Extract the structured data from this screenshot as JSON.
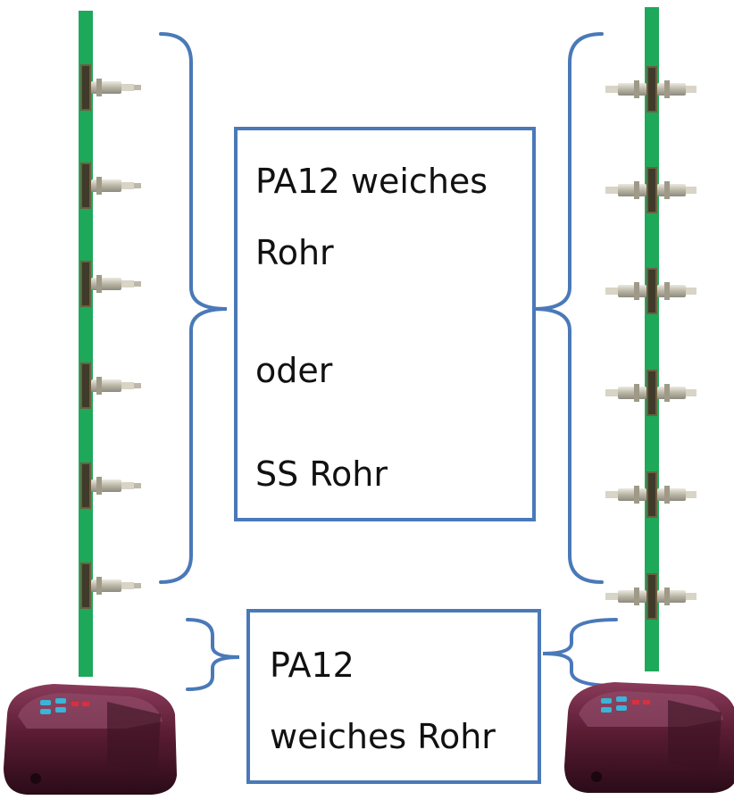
{
  "box_top": {
    "line1": "PA12  weiches",
    "line2": "Rohr",
    "line3": "oder",
    "line4": "SS Rohr"
  },
  "box_bottom": {
    "line1": "PA12",
    "line2": "weiches Rohr"
  },
  "colors": {
    "tube": "#1ea85a",
    "bracket": "#4a79b8",
    "fitting": "#c8c4b4",
    "device": "#5a1c33"
  }
}
